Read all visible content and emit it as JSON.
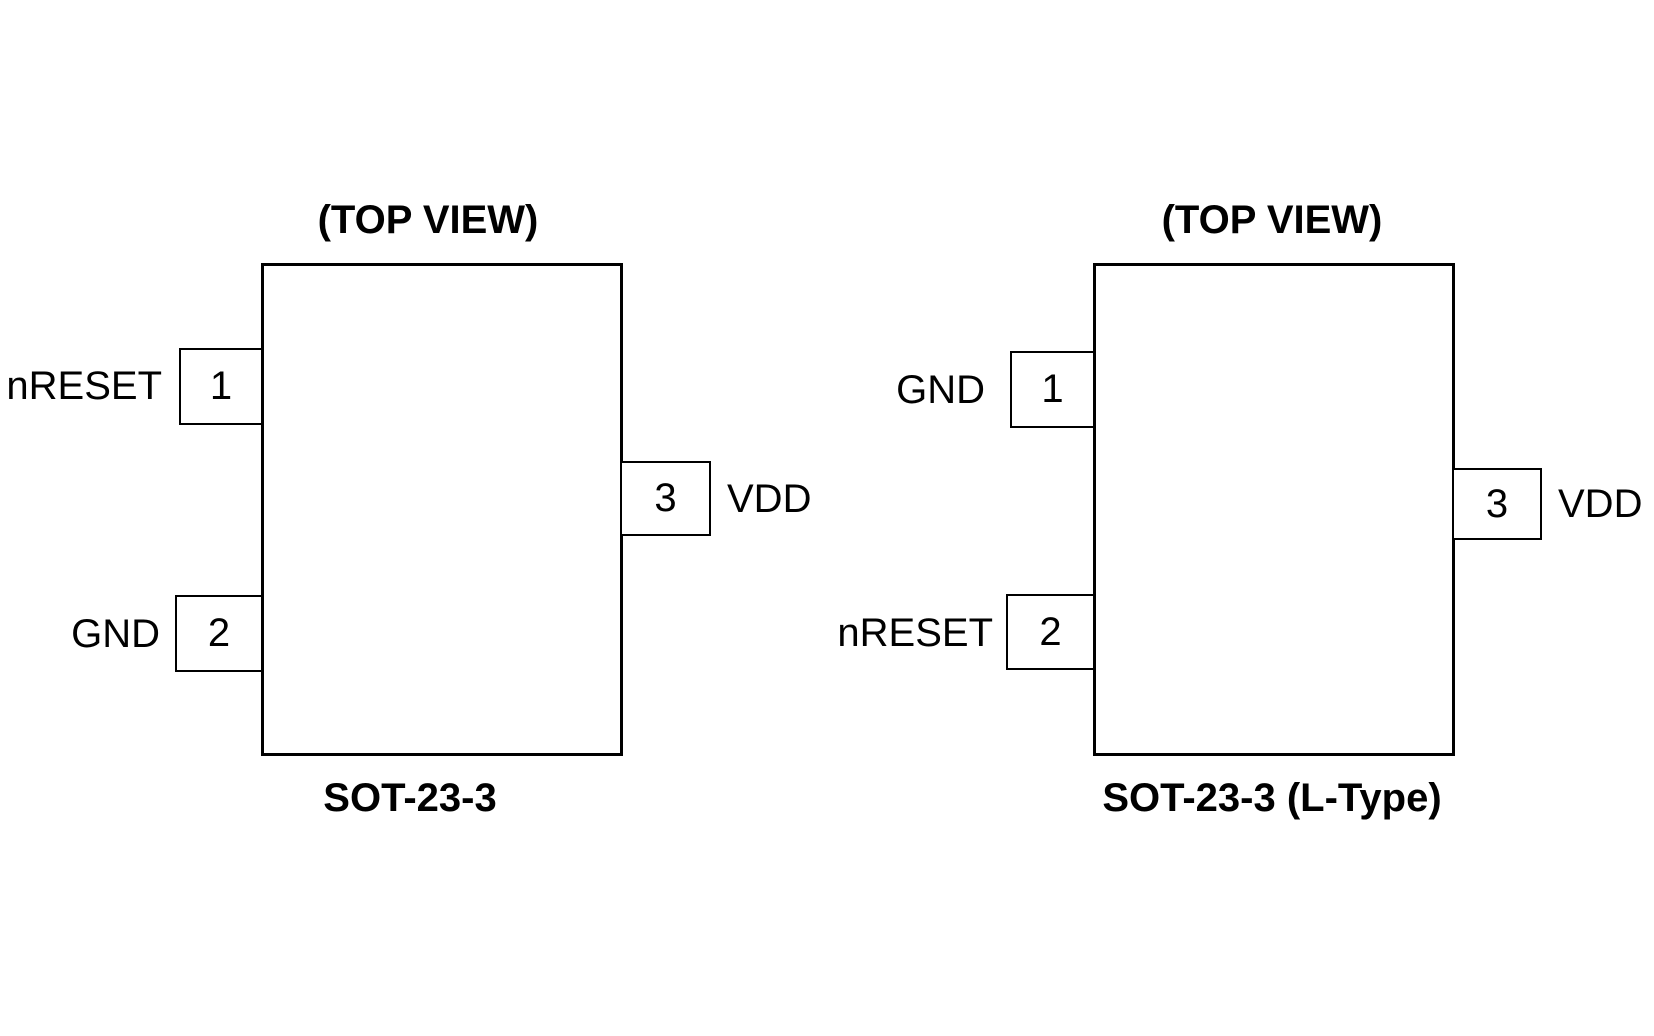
{
  "figure": {
    "packages": [
      {
        "view_label": "(TOP VIEW)",
        "name": "SOT-23-3",
        "pins": [
          {
            "number": "1",
            "signal": "nRESET",
            "side": "left-top"
          },
          {
            "number": "2",
            "signal": "GND",
            "side": "left-bottom"
          },
          {
            "number": "3",
            "signal": "VDD",
            "side": "right-middle"
          }
        ]
      },
      {
        "view_label": "(TOP VIEW)",
        "name": "SOT-23-3 (L-Type)",
        "pins": [
          {
            "number": "1",
            "signal": "GND",
            "side": "left-top"
          },
          {
            "number": "2",
            "signal": "nRESET",
            "side": "left-bottom"
          },
          {
            "number": "3",
            "signal": "VDD",
            "side": "right-middle"
          }
        ]
      }
    ],
    "colors": {
      "line": "#000000",
      "text": "#000000",
      "background": "#ffffff"
    }
  }
}
